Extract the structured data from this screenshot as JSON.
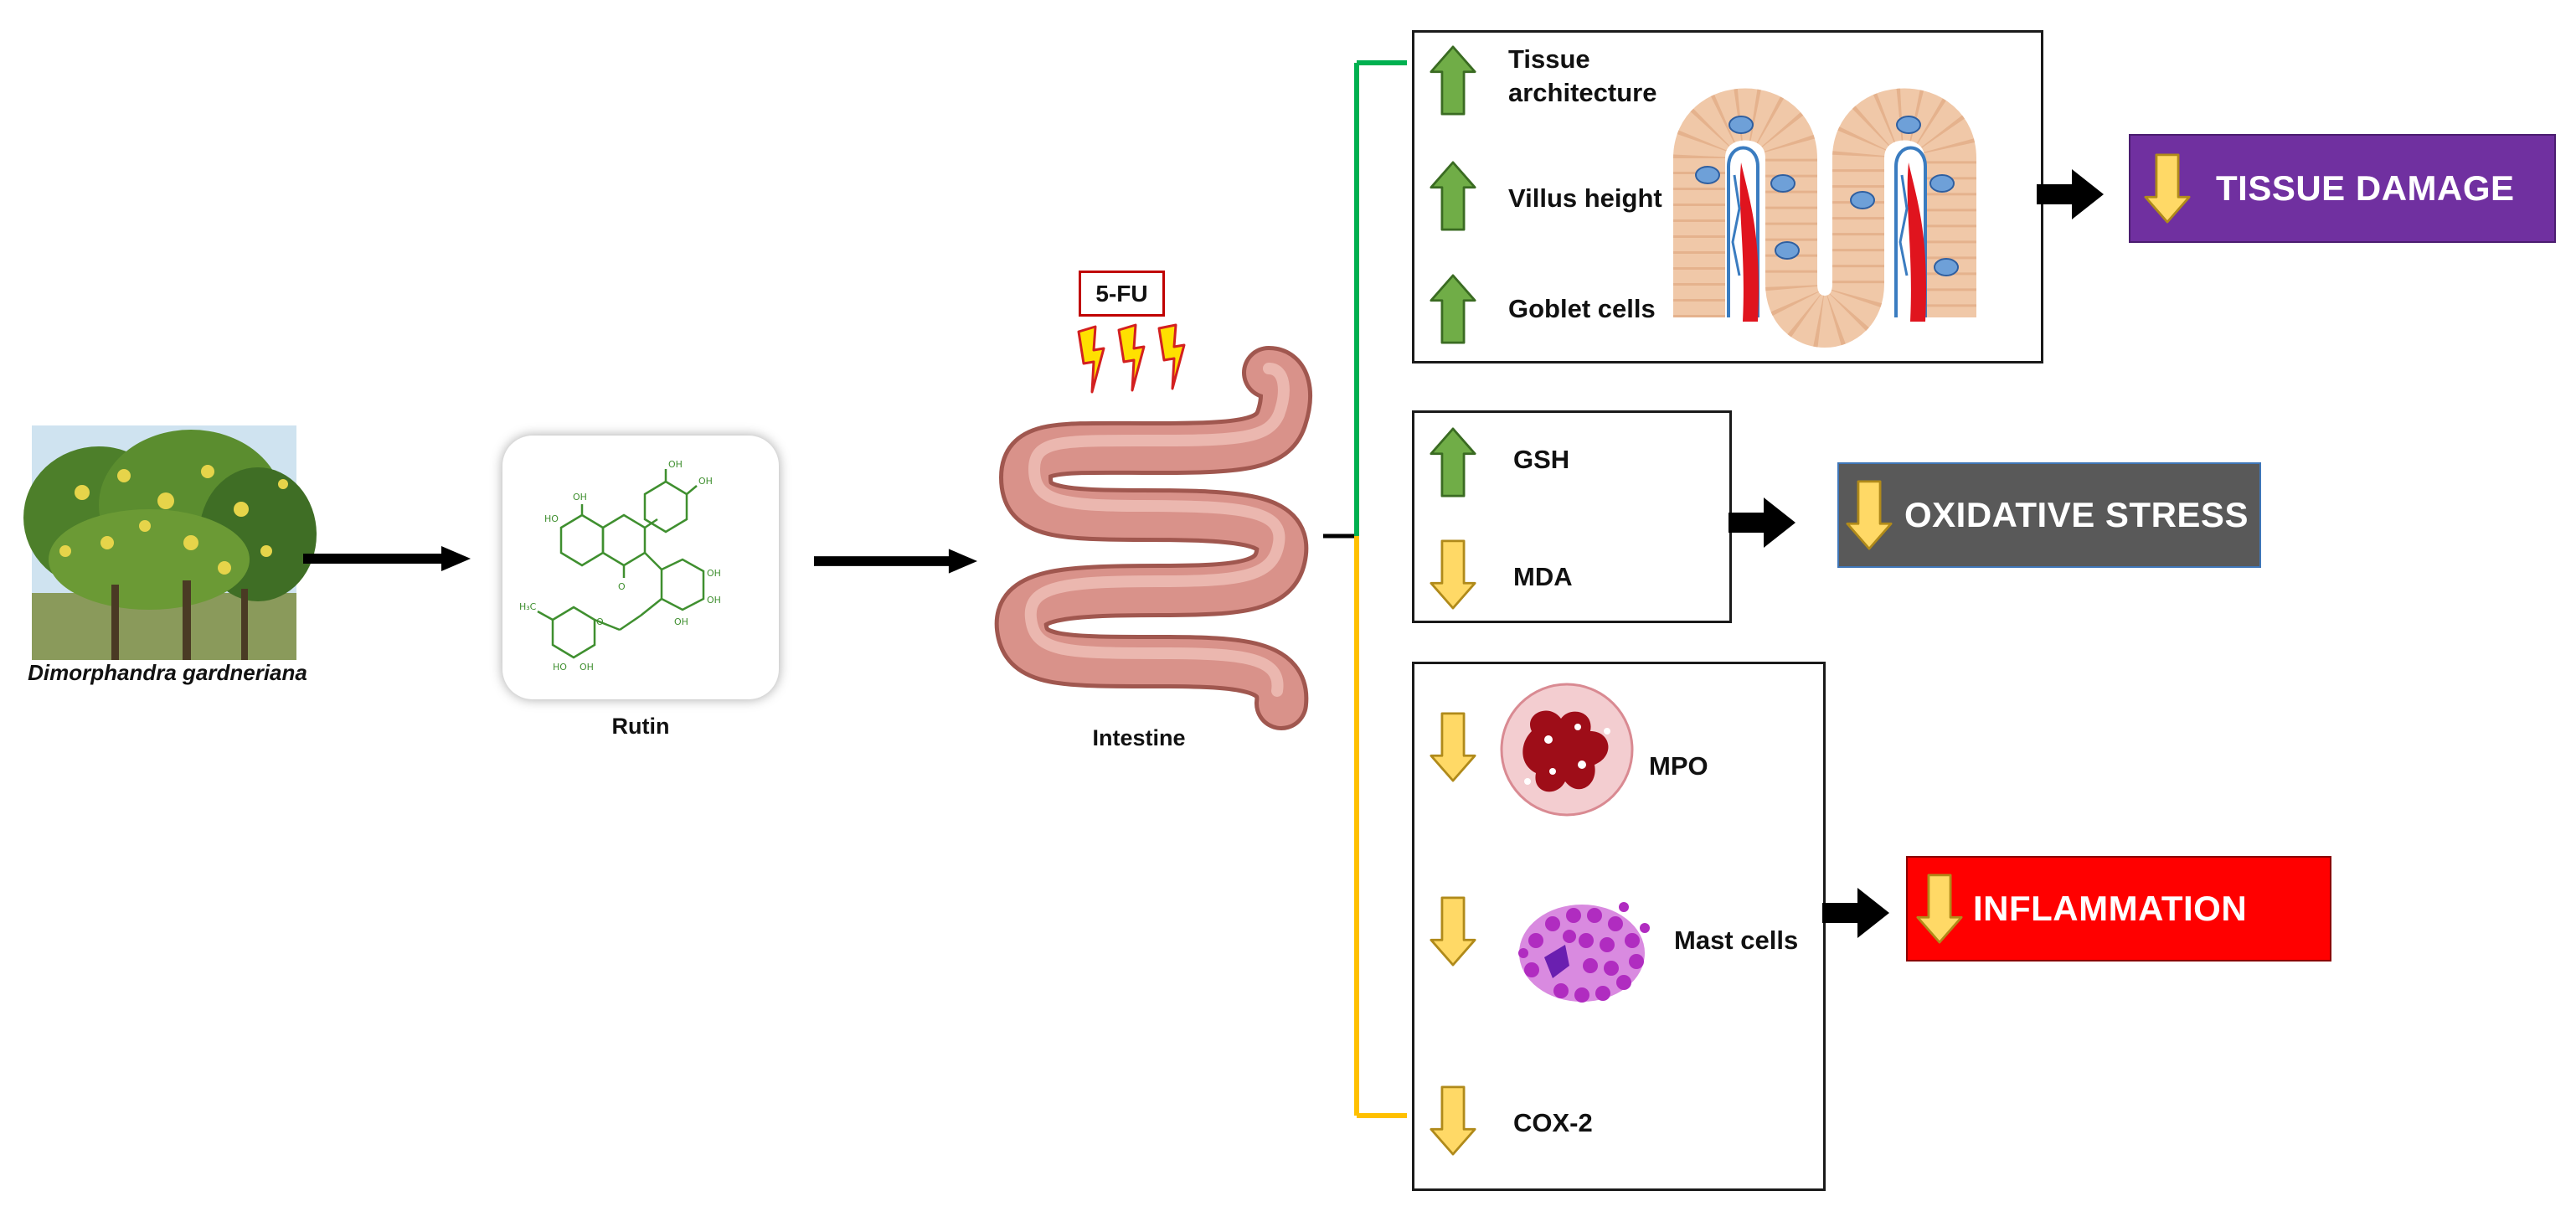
{
  "plant": {
    "caption": "Dimorphandra gardneriana"
  },
  "compound": {
    "caption": "Rutin"
  },
  "organ": {
    "caption": "Intestine",
    "insult_label": "5-FU"
  },
  "tissue_box": {
    "items": [
      {
        "label_line1": "Tissue",
        "label_line2": "architecture",
        "direction": "up"
      },
      {
        "label": "Villus height",
        "direction": "up"
      },
      {
        "label": "Goblet cells",
        "direction": "up"
      }
    ],
    "outcome": {
      "label": "TISSUE DAMAGE",
      "direction": "down",
      "color": "#7030a0"
    }
  },
  "oxidative_box": {
    "items": [
      {
        "label": "GSH",
        "direction": "up"
      },
      {
        "label": "MDA",
        "direction": "down"
      }
    ],
    "outcome": {
      "label": "OXIDATIVE STRESS",
      "direction": "down",
      "color": "#595959"
    }
  },
  "inflammation_box": {
    "items": [
      {
        "label": "MPO",
        "direction": "down"
      },
      {
        "label": "Mast cells",
        "direction": "down"
      },
      {
        "label": "COX-2",
        "direction": "down"
      }
    ],
    "outcome": {
      "label": "INFLAMMATION",
      "direction": "down",
      "color": "#ff0000"
    }
  },
  "colors": {
    "up_arrow": "#70ad47",
    "down_arrow": "#ffd966",
    "branch_green": "#00b050",
    "branch_yellow": "#ffc000"
  }
}
